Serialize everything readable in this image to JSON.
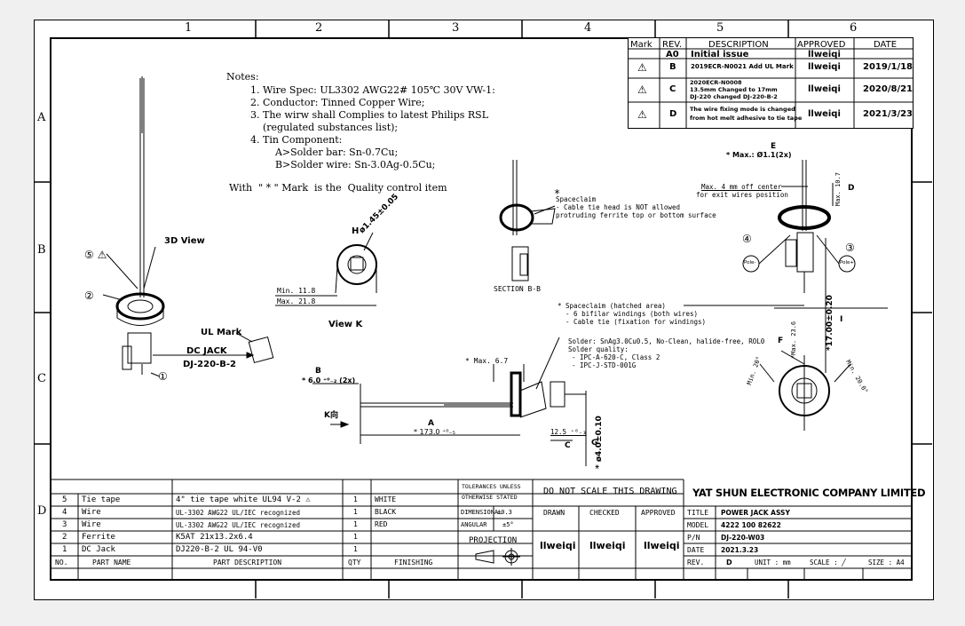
{
  "zones": {
    "cols": [
      "1",
      "2",
      "3",
      "4",
      "5",
      "6"
    ],
    "rows": [
      "A",
      "B",
      "C",
      "D"
    ]
  },
  "revision_table": {
    "headers": [
      "Mark",
      "REV.",
      "DESCRIPTION",
      "APPROVED",
      "DATE"
    ],
    "rows": [
      {
        "mark": "",
        "rev": "A0",
        "desc1": "Initial issue",
        "desc2": "",
        "approved": "llweiqi",
        "date": ""
      },
      {
        "mark": "⚠",
        "rev": "B",
        "desc1": "2019ECR-N0021 Add UL Mark",
        "desc2": "",
        "approved": "llweiqi",
        "date": "2019/1/18"
      },
      {
        "mark": "⚠",
        "rev": "C",
        "desc1": "2020ECR-N0008",
        "desc2": "13.5mm Changed to 17mm",
        "desc3": "DJ-220 changed DJ-220-B-2",
        "approved": "llweiqi",
        "date": "2020/8/21"
      },
      {
        "mark": "⚠",
        "rev": "D",
        "desc1": "The wire fixing mode is changed",
        "desc2": "from hot melt adhesive to tie tape",
        "approved": "llweiqi",
        "date": "2021/3/23"
      }
    ]
  },
  "notes": {
    "title": "Notes:",
    "lines": [
      "1. Wire Spec: UL3302  AWG22#  105℃ 30V VW-1:",
      "2. Conductor: Tinned Copper Wire;",
      "3. The wirw shall Complies to latest Philips RSL",
      "    (regulated substances list);",
      "4. Tin Component:",
      "        A>Solder bar: Sn-0.7Cu;",
      "        B>Solder wire: Sn-3.0Ag-0.5Cu;"
    ],
    "quality": "With  \" * \" Mark  is the  Quality control item"
  },
  "labels": {
    "view3d": "3D View",
    "callout5": "⑤ ⚠",
    "callout2": "②",
    "callout1": "①",
    "callout3": "③",
    "callout4": "④",
    "ul_mark": "UL Mark",
    "dc_jack": "DC JACK",
    "dc_jack_model": "DJ-220-B-2",
    "view_k": "View K",
    "h": "H",
    "h_dim": "ø1.45±0.05",
    "min_dim": "Min. 11.8",
    "max_dim": "Max. 21.8",
    "section": "SECTION  B-B",
    "spaceclaim1": "*",
    "spaceclaim2": "Spaceclaim",
    "spaceclaim3": "- Cable tie head is NOT allowed",
    "spaceclaim4": "protruding ferrite top or bottom surface",
    "e": "E",
    "e_dim": "* Max.: Ø1.1(2x)",
    "d": "D",
    "max4": "Max. 4 mm off center",
    "exit_wires": "for exit wires position",
    "max107": "Max. 10.7",
    "pole_minus": "Pole-",
    "pole_plus": "Pole+",
    "spc1": "* Spaceclaim (hatched area)",
    "spc2": "  - 6 bifilar windings (both wires)",
    "spc3": "  - Cable tie (fixation for windings)",
    "solder1": "Solder: SnAg3.0Cu0.5, No-Clean, halide-free, ROL0",
    "solder2": "Solder quality:",
    "solder3": "- IPC-A-620-C, Class 2",
    "solder4": "- IPC-J-STD-001G",
    "b": "B",
    "b_dim": "* 6.0 ⁺⁰₋₂ (2x)",
    "k": "K向",
    "max67": "* Max. 6.7",
    "a": "A",
    "a_dim": "* 173.0 ⁺⁰₋₅",
    "dim125": "12.5 ⁺⁰₋₃",
    "c": "C",
    "g": "G",
    "g_dim": "* ø4.0±0.10",
    "i": "I",
    "i_dim": "*17.00±0.20",
    "f": "F",
    "f_dim": "*Max. 23.6",
    "min20a": "Min. 20°",
    "min20b": "Min. 20.0°",
    "bb": "B"
  },
  "bom": {
    "rows": [
      {
        "no": "5",
        "name": "Tie tape",
        "desc": "4\" tie tape white UL94 V-2 ⚠",
        "qty": "1",
        "finish": "WHITE"
      },
      {
        "no": "4",
        "name": "Wire",
        "desc": "UL-3302 AWG22  UL/IEC recognized",
        "qty": "1",
        "finish": "BLACK"
      },
      {
        "no": "3",
        "name": "Wire",
        "desc": "UL-3302 AWG22  UL/IEC recognized",
        "qty": "1",
        "finish": "RED"
      },
      {
        "no": "2",
        "name": "Ferrite",
        "desc": "K5AT 21x13.2x6.4",
        "qty": "1",
        "finish": ""
      },
      {
        "no": "1",
        "name": "DC Jack",
        "desc": "DJ220-B-2 UL 94-V0",
        "qty": "1",
        "finish": ""
      }
    ],
    "header": {
      "no": "NO.",
      "name": "PART NAME",
      "desc": "PART DESCRIPTION",
      "qty": "QTY",
      "finish": "FINISHING"
    }
  },
  "tolerances": {
    "title1": "TOLERANCES UNLESS",
    "title2": "OTHERWISE STATED",
    "dim_label": "DIMENSIONAL",
    "dim_val": "±0.3",
    "ang_label": "ANGULAR",
    "ang_val": "±5°",
    "projection": "PROJECTION"
  },
  "signoff": {
    "scale_note": "DO NOT SCALE THIS DRAWING",
    "drawn": "DRAWN",
    "checked": "CHECKED",
    "approved": "APPROVED",
    "drawn_by": "llweiqi",
    "checked_by": "llweiqi",
    "approved_by": "llweiqi"
  },
  "title_block": {
    "company": "YAT SHUN ELECTRONIC COMPANY LIMITED",
    "title_label": "TITLE",
    "title_val": "POWER JACK ASSY",
    "model_label": "MODEL",
    "model_val": "4222 100 82622",
    "pn_label": "P/N",
    "pn_val": "DJ-220-W03",
    "date_label": "DATE",
    "date_val": "2021.3.23",
    "rev_label": "REV.",
    "rev_val": "D",
    "unit": "UNIT : mm",
    "scale": "SCALE : ╱",
    "size": "SIZE : A4"
  }
}
